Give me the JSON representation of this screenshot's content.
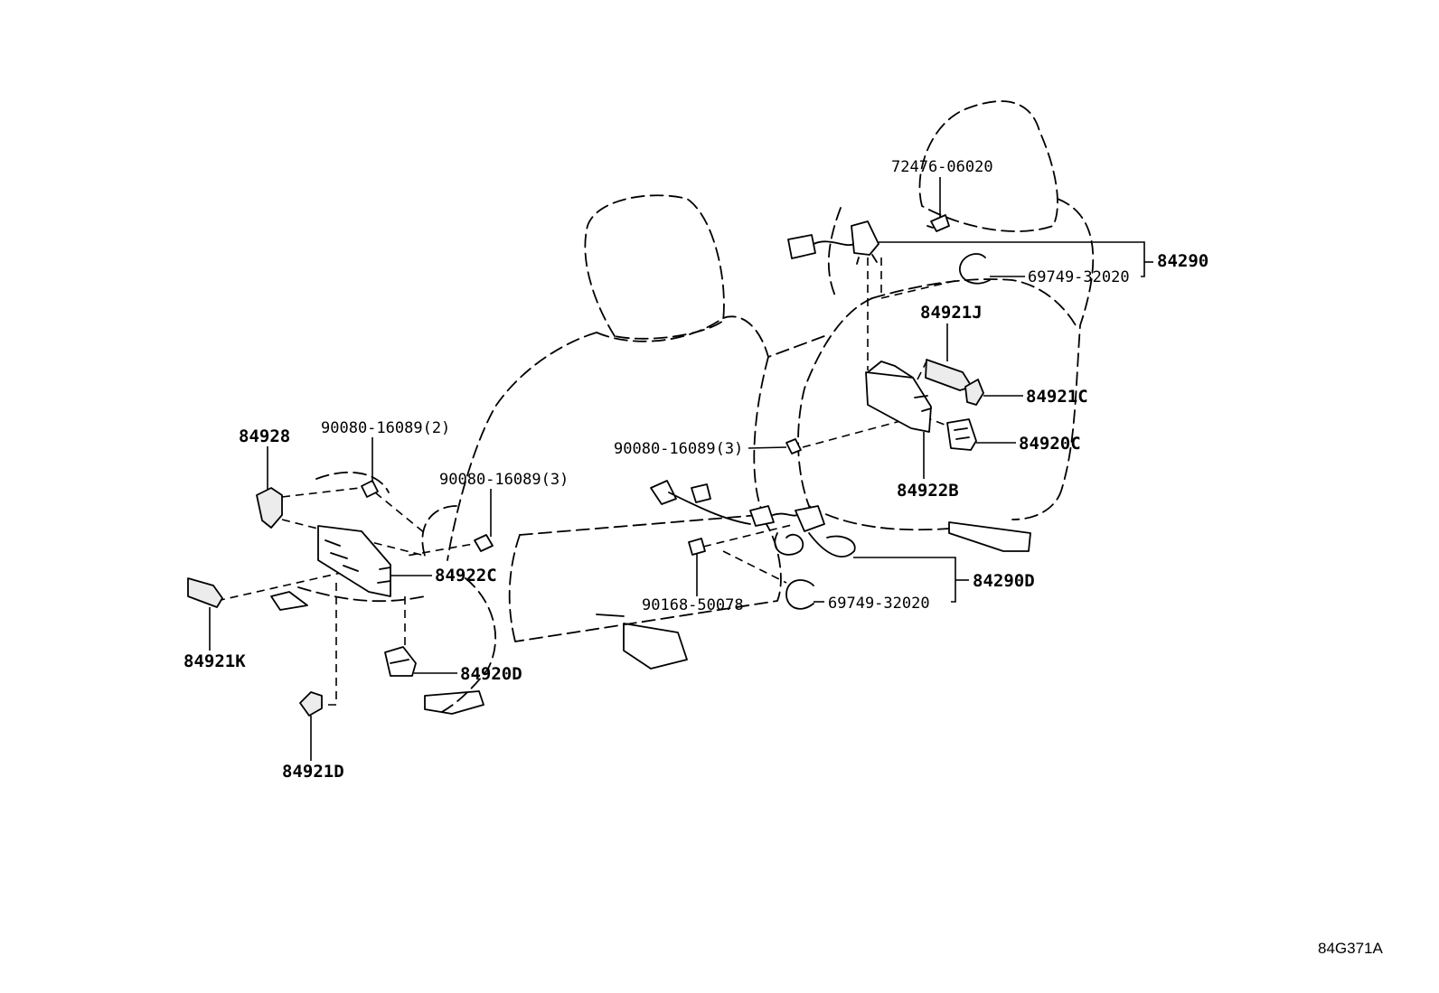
{
  "labels": {
    "p72476": "72476-06020",
    "p84290": "84290",
    "p69749_top": "69749-32020",
    "p84921J": "84921J",
    "p84921C": "84921C",
    "p84920C": "84920C",
    "p84922B": "84922B",
    "p90080_r": "90080-16089(3)",
    "p84290D": "84290D",
    "p69749_bot": "69749-32020",
    "p90168": "90168-50078",
    "p84928": "84928",
    "p90080_2": "90080-16089(2)",
    "p90080_3": "90080-16089(3)",
    "p84922C": "84922C",
    "p84921K": "84921K",
    "p84920D": "84920D",
    "p84921D": "84921D"
  },
  "ref_code": "84G371A"
}
